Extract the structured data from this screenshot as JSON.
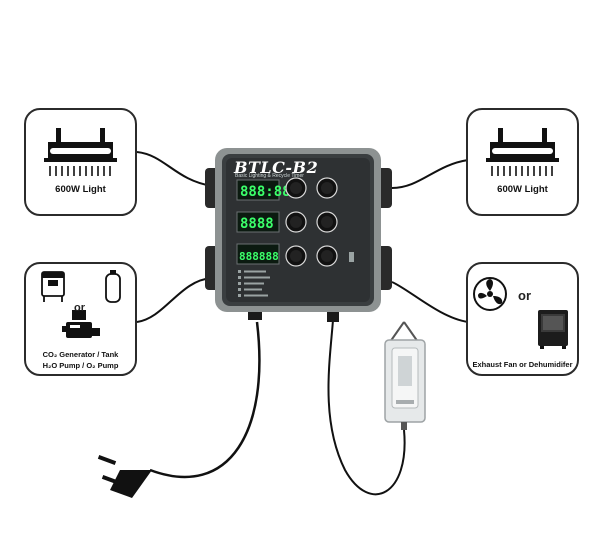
{
  "device": {
    "title": "BTLC-B2",
    "subtitle": "Basic Lighting & Recycle Timer",
    "display1": "888:88",
    "display2": "8888",
    "display3": "888888"
  },
  "boxes": {
    "top_left": {
      "label": "600W Light",
      "icon": "grow-light-icon"
    },
    "top_right": {
      "label": "600W Light",
      "icon": "grow-light-icon"
    },
    "bottom_left": {
      "or": "or",
      "label_line1": "CO₂ Generator / Tank",
      "label_line2": "H₂O Pump / O₂ Pump",
      "icons": [
        "co2-generator-icon",
        "co2-tank-icon",
        "water-pump-icon"
      ]
    },
    "bottom_right": {
      "or": "or",
      "label": "Exhaust Fan or Dehumidifer",
      "icons": [
        "exhaust-fan-icon",
        "dehumidifier-icon"
      ]
    }
  },
  "peripherals": {
    "sensor": "temperature-sensor-icon",
    "power_plug": "power-plug-icon"
  }
}
